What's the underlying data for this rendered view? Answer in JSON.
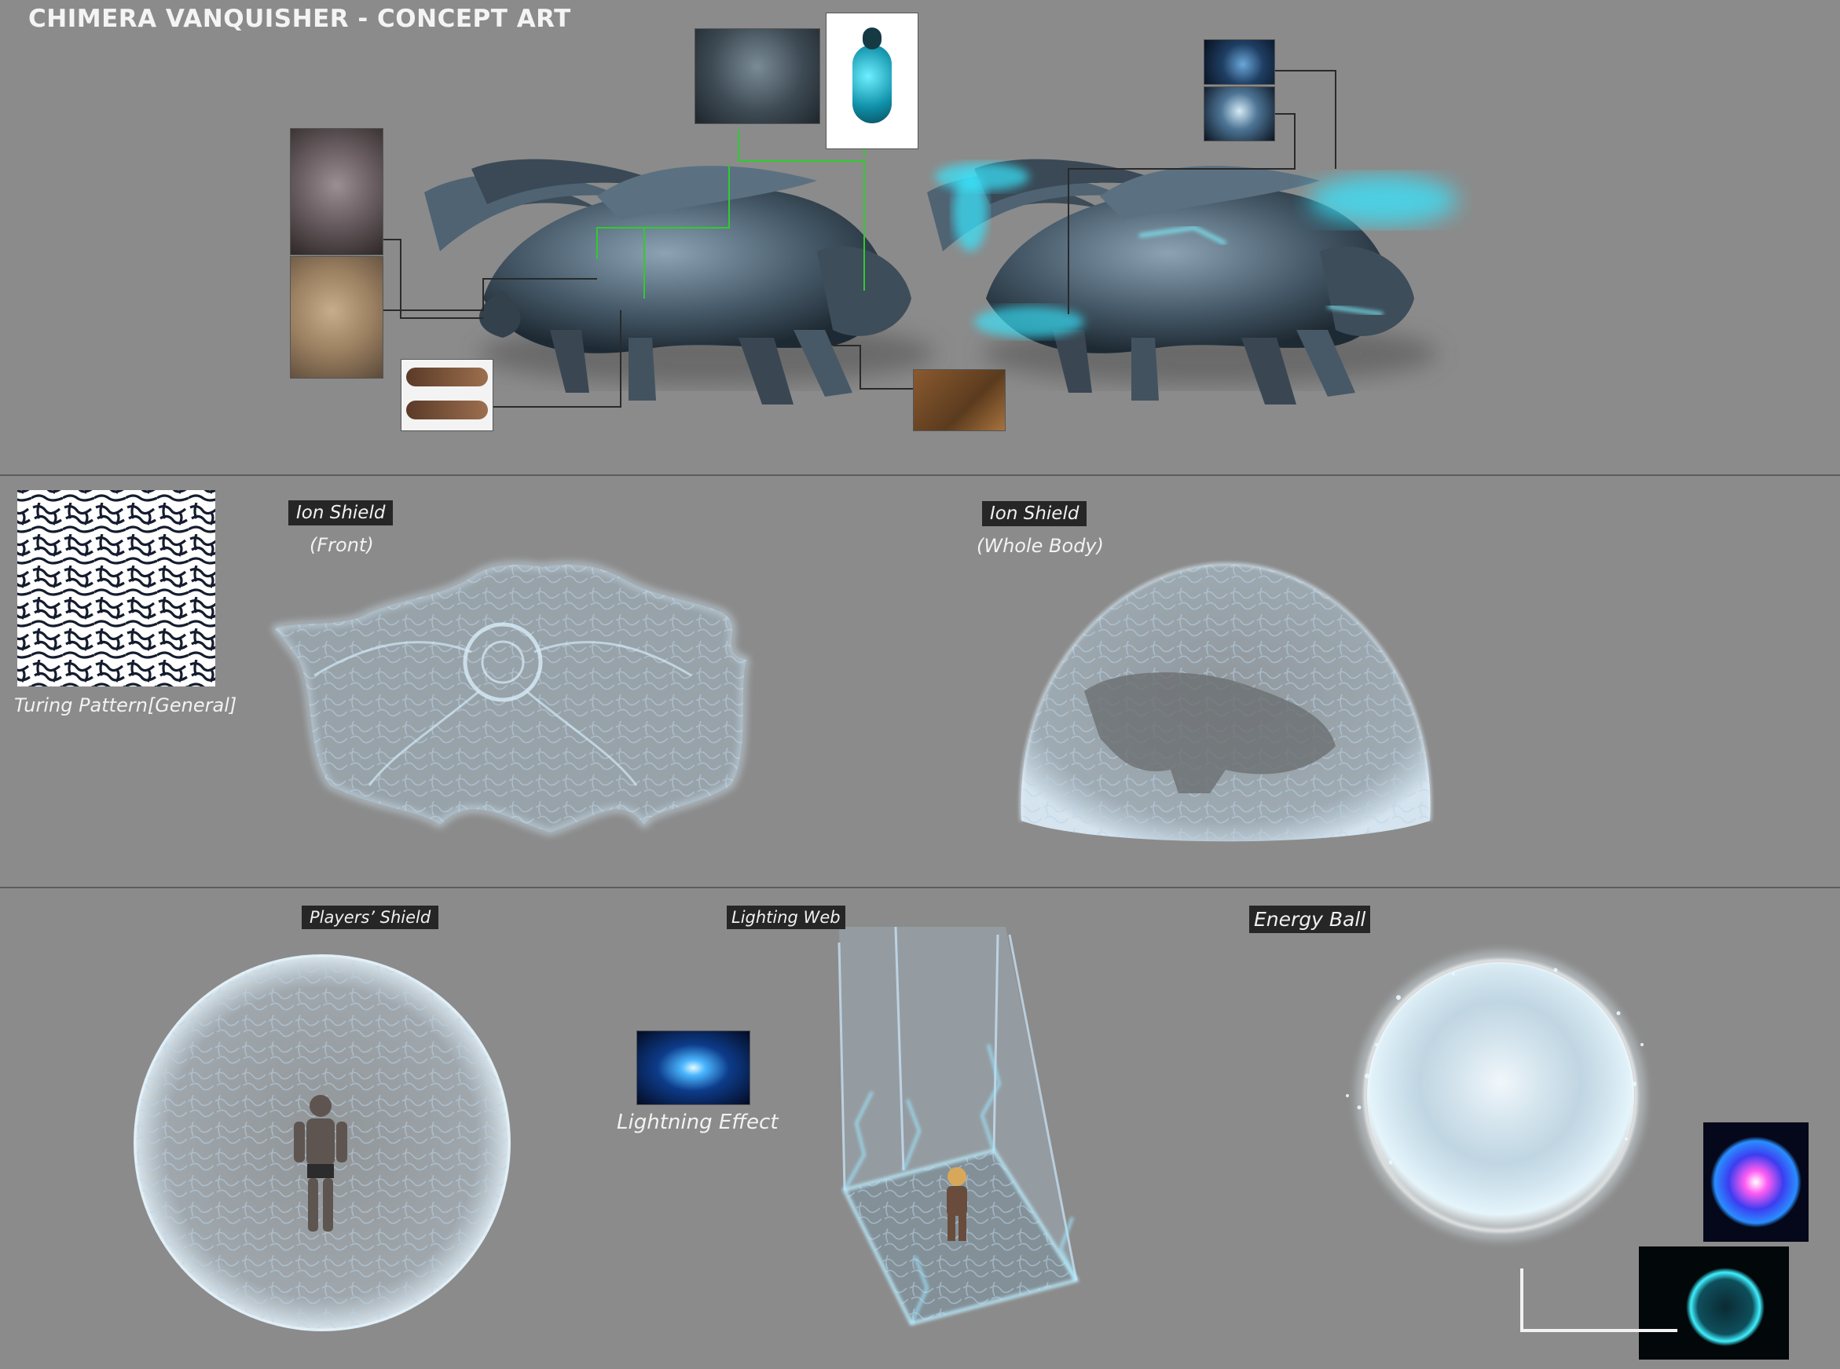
{
  "title": "CHIMERA VANQUISHER - CONCEPT ART",
  "sections": {
    "ion_shield_front": {
      "tag": "Ion Shield",
      "caption": "(Front)"
    },
    "ion_shield_whole": {
      "tag": "Ion Shield",
      "caption": "(Whole Body)"
    },
    "players_shield": {
      "tag": "Players’ Shield"
    },
    "lighting_web": {
      "tag": "Lighting Web"
    },
    "energy_ball": {
      "tag": "Energy Ball"
    }
  },
  "captions": {
    "turing": "Turing Pattern[General]",
    "lightning": "Lightning Effect"
  },
  "icons": [
    "creature-render",
    "glow-creature-render",
    "turing-pattern",
    "ion-shield-front",
    "ion-dome",
    "bubble-shield",
    "lightning-cage",
    "energy-ball",
    "plasma-orb"
  ],
  "colors": {
    "background": "#8b8b8b",
    "tag_bg": "#262626",
    "glow": "#39e6ff",
    "leader_green": "#2ecc2e",
    "shield": "#cfe6f5"
  }
}
